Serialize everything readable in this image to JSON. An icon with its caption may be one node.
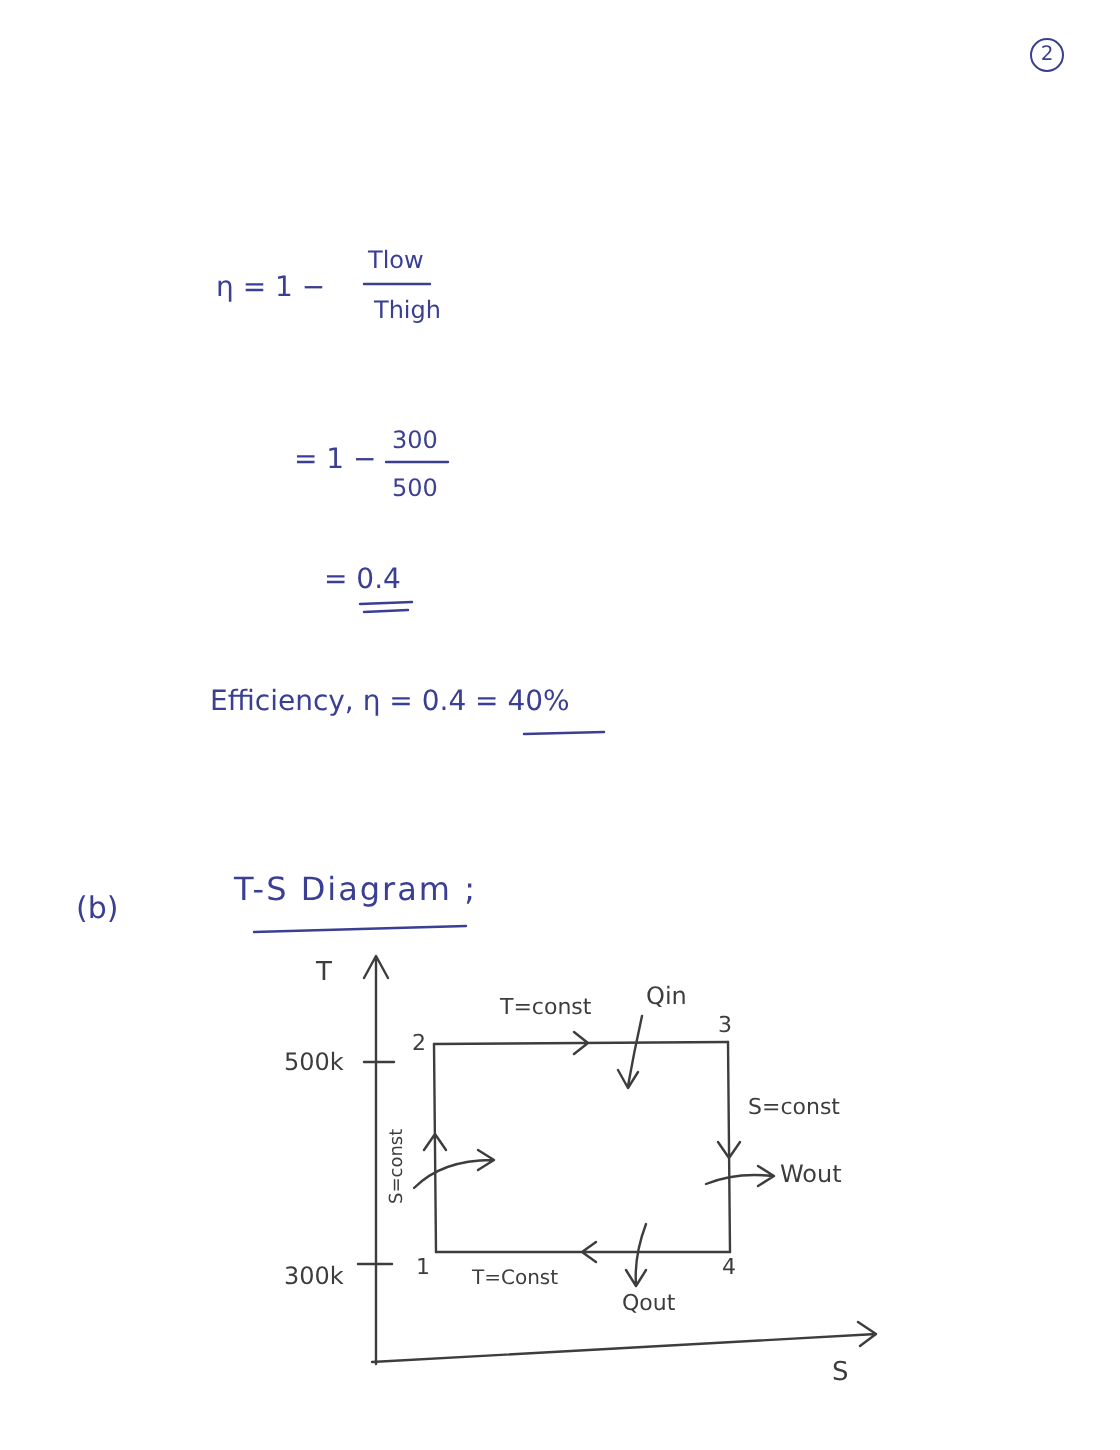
{
  "diagram": {
    "labels": [
      "2",
      "η = 1 −",
      "Tlow",
      "Thigh",
      "= 1 −",
      "300",
      "500",
      "= 0.4",
      "Efficiency, η = 0.4 = 40%",
      "(b)",
      "T-S Diagram ;",
      "T",
      "T=const",
      "Qin",
      "3",
      "500k",
      "2",
      "S=const",
      "S=const",
      "Wout",
      "300k",
      "1",
      "T=Const",
      "4",
      "Qout",
      "S"
    ]
  }
}
